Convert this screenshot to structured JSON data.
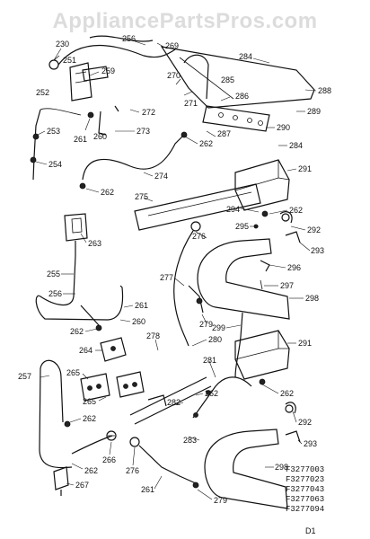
{
  "watermark": "AppliancePartsPros.com",
  "labels": [
    {
      "id": "230",
      "text": "230"
    },
    {
      "id": "256a",
      "text": "256"
    },
    {
      "id": "269",
      "text": "269"
    },
    {
      "id": "251",
      "text": "251"
    },
    {
      "id": "259",
      "text": "259"
    },
    {
      "id": "284a",
      "text": "284"
    },
    {
      "id": "288",
      "text": "288"
    },
    {
      "id": "270",
      "text": "270"
    },
    {
      "id": "285",
      "text": "285"
    },
    {
      "id": "252",
      "text": "252"
    },
    {
      "id": "271",
      "text": "271"
    },
    {
      "id": "286",
      "text": "286"
    },
    {
      "id": "289",
      "text": "289"
    },
    {
      "id": "272",
      "text": "272"
    },
    {
      "id": "253",
      "text": "253"
    },
    {
      "id": "261a",
      "text": "261"
    },
    {
      "id": "260a",
      "text": "260"
    },
    {
      "id": "273",
      "text": "273"
    },
    {
      "id": "287",
      "text": "287"
    },
    {
      "id": "290",
      "text": "290"
    },
    {
      "id": "262a",
      "text": "262"
    },
    {
      "id": "284b",
      "text": "284"
    },
    {
      "id": "254",
      "text": "254"
    },
    {
      "id": "274",
      "text": "274"
    },
    {
      "id": "291a",
      "text": "291"
    },
    {
      "id": "262b",
      "text": "262"
    },
    {
      "id": "275",
      "text": "275"
    },
    {
      "id": "294",
      "text": "294"
    },
    {
      "id": "262c",
      "text": "262"
    },
    {
      "id": "295",
      "text": "295"
    },
    {
      "id": "292a",
      "text": "292"
    },
    {
      "id": "263",
      "text": "263"
    },
    {
      "id": "276a",
      "text": "276"
    },
    {
      "id": "293a",
      "text": "293"
    },
    {
      "id": "296",
      "text": "296"
    },
    {
      "id": "255",
      "text": "255"
    },
    {
      "id": "277",
      "text": "277"
    },
    {
      "id": "297",
      "text": "297"
    },
    {
      "id": "256b",
      "text": "256"
    },
    {
      "id": "298a",
      "text": "298"
    },
    {
      "id": "261b",
      "text": "261"
    },
    {
      "id": "260b",
      "text": "260"
    },
    {
      "id": "279a",
      "text": "279"
    },
    {
      "id": "262d",
      "text": "262"
    },
    {
      "id": "299",
      "text": "299"
    },
    {
      "id": "278",
      "text": "278"
    },
    {
      "id": "280",
      "text": "280"
    },
    {
      "id": "291b",
      "text": "291"
    },
    {
      "id": "264",
      "text": "264"
    },
    {
      "id": "281",
      "text": "281"
    },
    {
      "id": "265a",
      "text": "265"
    },
    {
      "id": "262e",
      "text": "262"
    },
    {
      "id": "257",
      "text": "257"
    },
    {
      "id": "265b",
      "text": "265"
    },
    {
      "id": "262f",
      "text": "262"
    },
    {
      "id": "262g",
      "text": "262"
    },
    {
      "id": "282",
      "text": "282"
    },
    {
      "id": "292b",
      "text": "292"
    },
    {
      "id": "293b",
      "text": "293"
    },
    {
      "id": "283",
      "text": "283"
    },
    {
      "id": "266",
      "text": "266"
    },
    {
      "id": "276b",
      "text": "276"
    },
    {
      "id": "262h",
      "text": "262"
    },
    {
      "id": "298b",
      "text": "298"
    },
    {
      "id": "267",
      "text": "267"
    },
    {
      "id": "261c",
      "text": "261"
    },
    {
      "id": "279b",
      "text": "279"
    },
    {
      "id": "d1",
      "text": "D1"
    }
  ],
  "model_numbers": [
    "F3277003",
    "F3277023",
    "F3277043",
    "F3277063",
    "F3277094"
  ]
}
